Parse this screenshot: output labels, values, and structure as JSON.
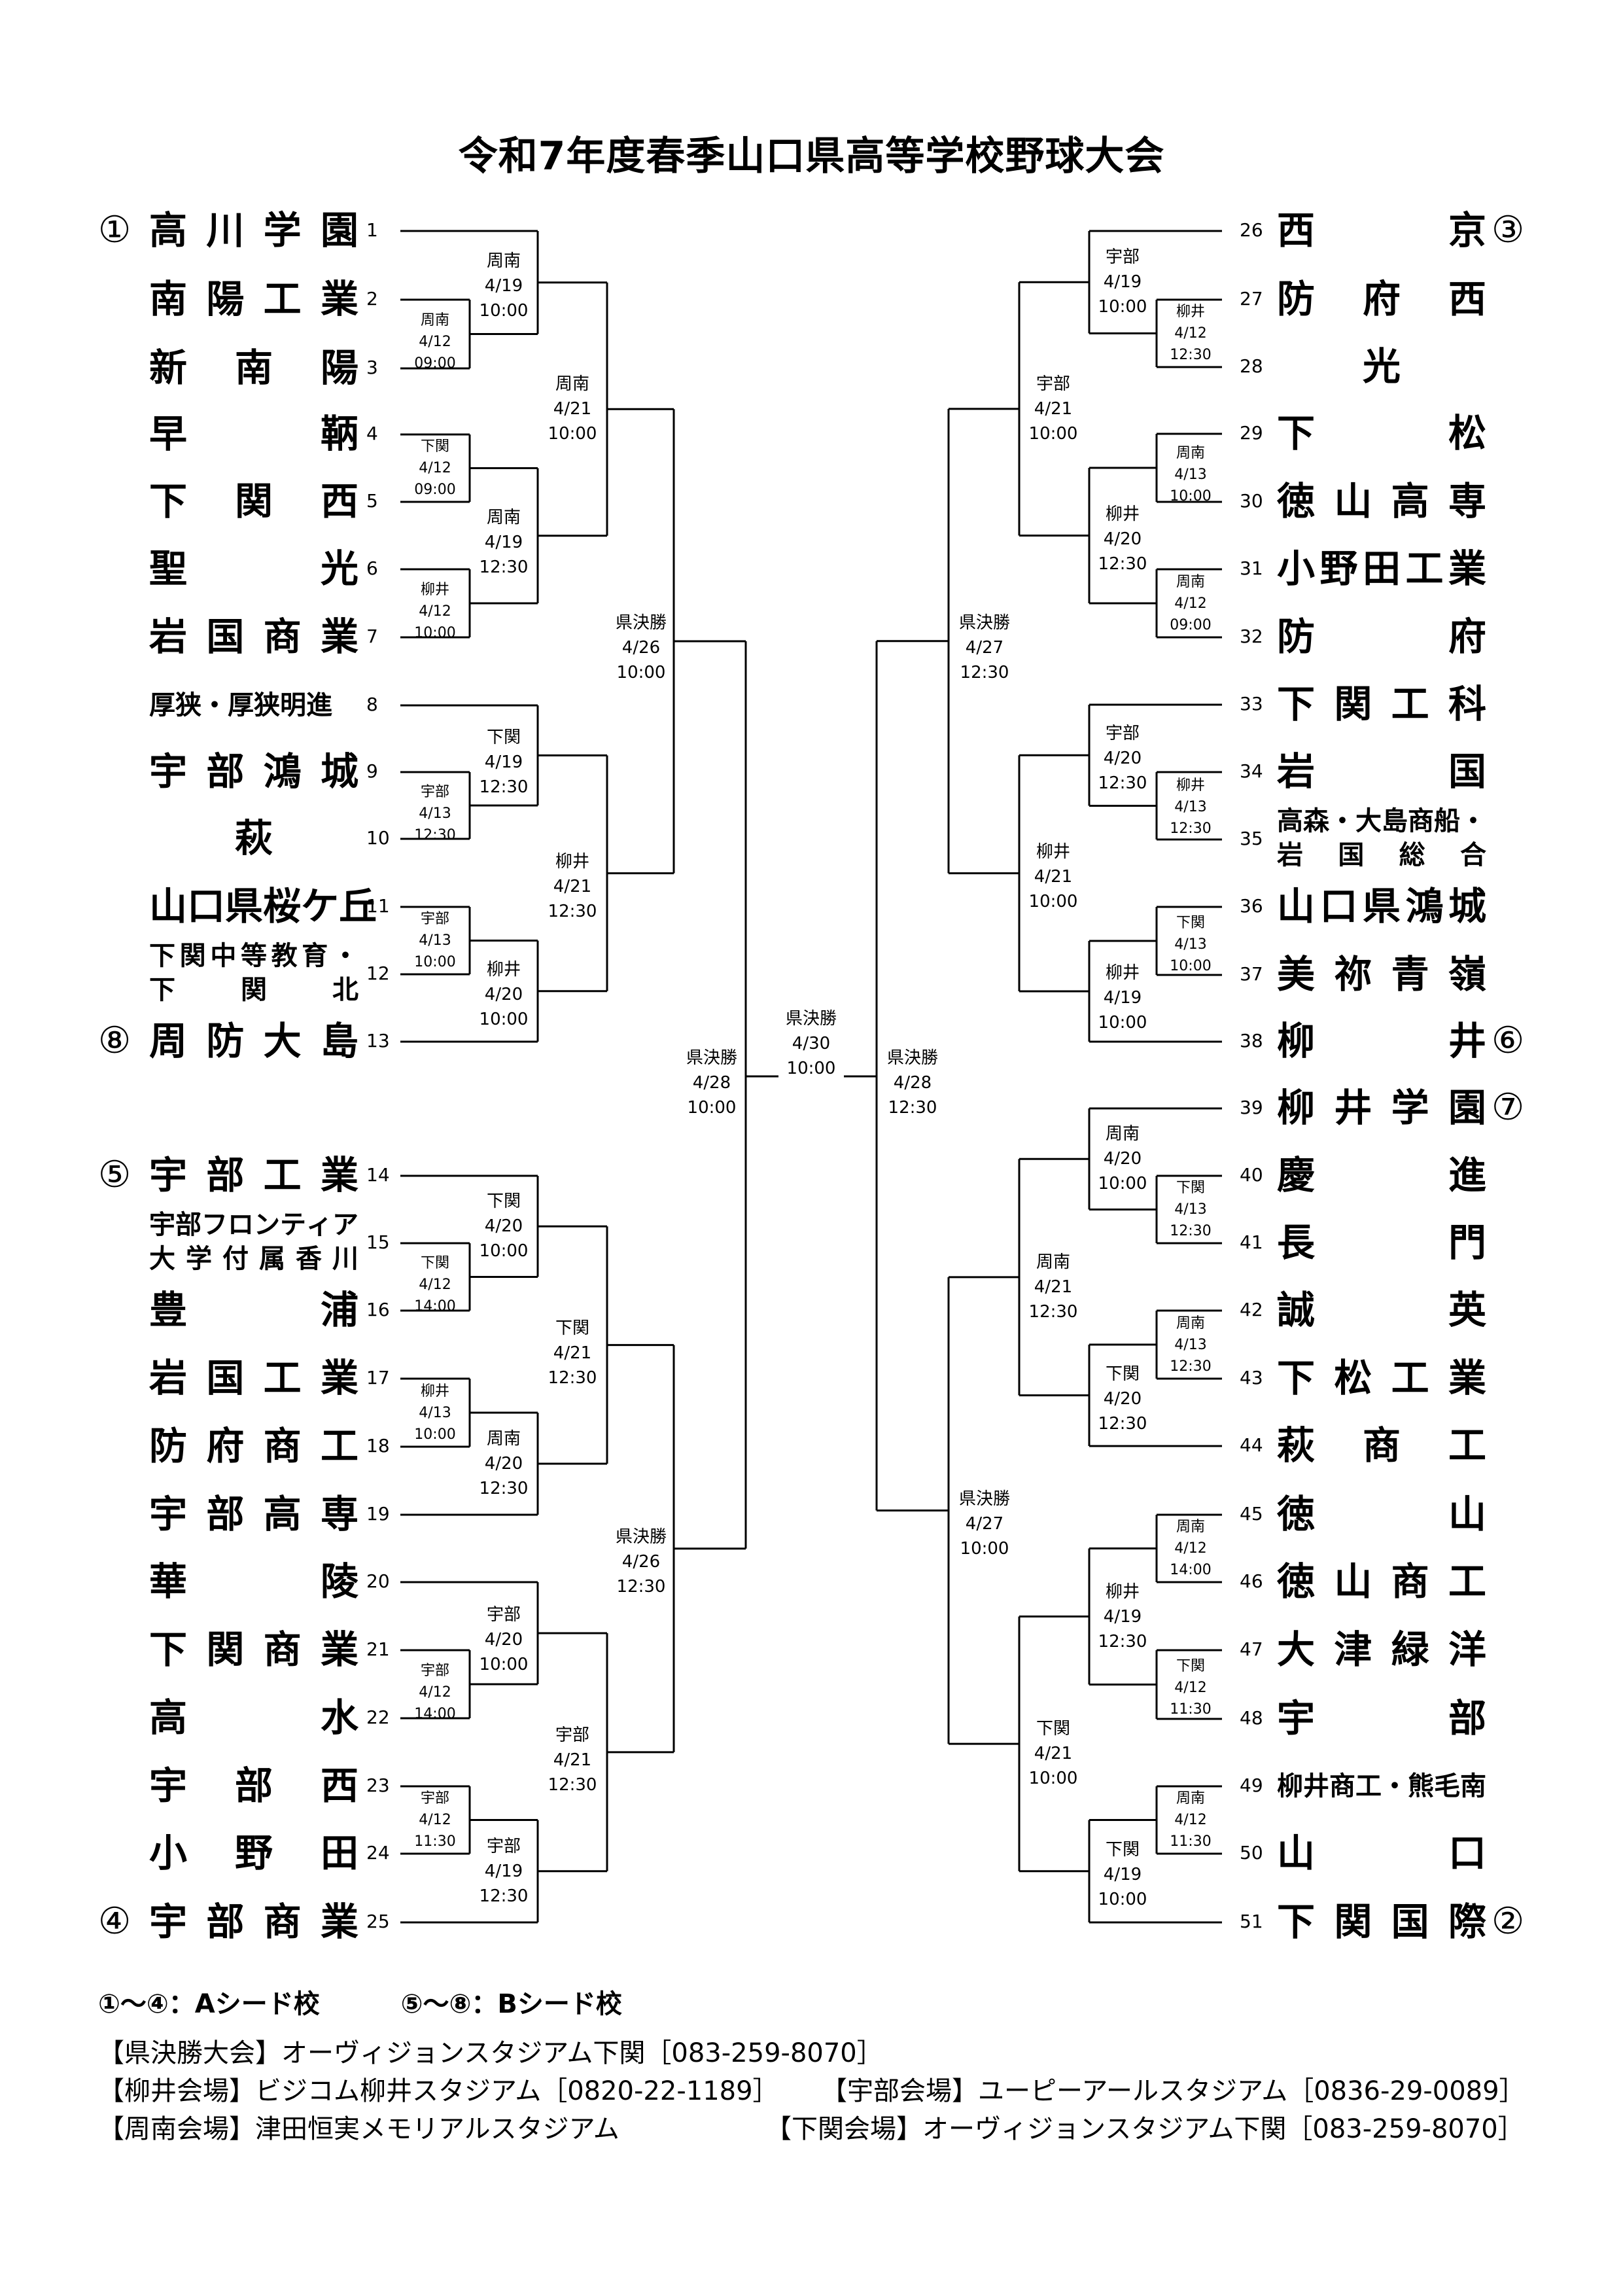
{
  "title": "令和7年度春季山口県高等学校野球大会",
  "left_teams": [
    {
      "num": "1",
      "name": "高川学園",
      "seed": "①"
    },
    {
      "num": "2",
      "name": "南陽工業"
    },
    {
      "num": "3",
      "name": "新南陽"
    },
    {
      "num": "4",
      "name": "早鞆"
    },
    {
      "num": "5",
      "name": "下関西"
    },
    {
      "num": "6",
      "name": "聖光"
    },
    {
      "num": "7",
      "name": "岩国商業"
    },
    {
      "num": "8",
      "name": "厚狭・厚狭明進",
      "small": true
    },
    {
      "num": "9",
      "name": "宇部鴻城"
    },
    {
      "num": "10",
      "name": "萩"
    },
    {
      "num": "11",
      "name": "山口県桜ケ丘"
    },
    {
      "num": "12",
      "name": "下関中等教育・",
      "name2": "下関北"
    },
    {
      "num": "13",
      "name": "周防大島",
      "seed": "⑧"
    },
    {
      "num": "14",
      "name": "宇部工業",
      "seed": "⑤"
    },
    {
      "num": "15",
      "name": "宇部フロンティア",
      "name2": "大学付属香川"
    },
    {
      "num": "16",
      "name": "豊浦"
    },
    {
      "num": "17",
      "name": "岩国工業"
    },
    {
      "num": "18",
      "name": "防府商工"
    },
    {
      "num": "19",
      "name": "宇部高専"
    },
    {
      "num": "20",
      "name": "華陵"
    },
    {
      "num": "21",
      "name": "下関商業"
    },
    {
      "num": "22",
      "name": "高水"
    },
    {
      "num": "23",
      "name": "宇部西"
    },
    {
      "num": "24",
      "name": "小野田"
    },
    {
      "num": "25",
      "name": "宇部商業",
      "seed": "④"
    }
  ],
  "right_teams": [
    {
      "num": "26",
      "name": "西京",
      "seed": "③"
    },
    {
      "num": "27",
      "name": "防府西"
    },
    {
      "num": "28",
      "name": "光"
    },
    {
      "num": "29",
      "name": "下松"
    },
    {
      "num": "30",
      "name": "徳山高専"
    },
    {
      "num": "31",
      "name": "小野田工業"
    },
    {
      "num": "32",
      "name": "防府"
    },
    {
      "num": "33",
      "name": "下関工科"
    },
    {
      "num": "34",
      "name": "岩国"
    },
    {
      "num": "35",
      "name": "高森・大島商船・",
      "name2": "岩国総合"
    },
    {
      "num": "36",
      "name": "山口県鴻城"
    },
    {
      "num": "37",
      "name": "美祢青嶺"
    },
    {
      "num": "38",
      "name": "柳井",
      "seed": "⑥"
    },
    {
      "num": "39",
      "name": "柳井学園",
      "seed": "⑦"
    },
    {
      "num": "40",
      "name": "慶進"
    },
    {
      "num": "41",
      "name": "長門"
    },
    {
      "num": "42",
      "name": "誠英"
    },
    {
      "num": "43",
      "name": "下松工業"
    },
    {
      "num": "44",
      "name": "萩商工"
    },
    {
      "num": "45",
      "name": "徳山"
    },
    {
      "num": "46",
      "name": "徳山商工"
    },
    {
      "num": "47",
      "name": "大津緑洋"
    },
    {
      "num": "48",
      "name": "宇部"
    },
    {
      "num": "49",
      "name": "柳井商工・熊毛南",
      "small": true
    },
    {
      "num": "50",
      "name": "山口"
    },
    {
      "num": "51",
      "name": "下関国際",
      "seed": "②"
    }
  ],
  "matches": [
    {
      "id": "L_2_3",
      "v": "周南",
      "d": "4/12",
      "t": "09:00"
    },
    {
      "id": "L_1_23",
      "v": "周南",
      "d": "4/19",
      "t": "10:00"
    },
    {
      "id": "L_4_5",
      "v": "下関",
      "d": "4/12",
      "t": "09:00"
    },
    {
      "id": "L_6_7",
      "v": "柳井",
      "d": "4/12",
      "t": "10:00"
    },
    {
      "id": "L_45_67",
      "v": "周南",
      "d": "4/19",
      "t": "12:30"
    },
    {
      "id": "L_r2_a",
      "v": "周南",
      "d": "4/21",
      "t": "10:00"
    },
    {
      "id": "L_9_10",
      "v": "宇部",
      "d": "4/13",
      "t": "12:30"
    },
    {
      "id": "L_8_910",
      "v": "下関",
      "d": "4/19",
      "t": "12:30"
    },
    {
      "id": "L_11_12",
      "v": "宇部",
      "d": "4/13",
      "t": "10:00"
    },
    {
      "id": "L_1112_13",
      "v": "柳井",
      "d": "4/20",
      "t": "10:00"
    },
    {
      "id": "L_r2_b",
      "v": "柳井",
      "d": "4/21",
      "t": "12:30"
    },
    {
      "id": "L_qf_top",
      "v": "県決勝",
      "d": "4/26",
      "t": "10:00"
    },
    {
      "id": "L_15_16",
      "v": "下関",
      "d": "4/12",
      "t": "14:00"
    },
    {
      "id": "L_14_1516",
      "v": "下関",
      "d": "4/20",
      "t": "10:00"
    },
    {
      "id": "L_17_18",
      "v": "柳井",
      "d": "4/13",
      "t": "10:00"
    },
    {
      "id": "L_1718_19",
      "v": "周南",
      "d": "4/20",
      "t": "12:30"
    },
    {
      "id": "L_r2_c",
      "v": "下関",
      "d": "4/21",
      "t": "12:30"
    },
    {
      "id": "L_21_22",
      "v": "宇部",
      "d": "4/12",
      "t": "14:00"
    },
    {
      "id": "L_20_2122",
      "v": "宇部",
      "d": "4/20",
      "t": "10:00"
    },
    {
      "id": "L_23_24",
      "v": "宇部",
      "d": "4/12",
      "t": "11:30"
    },
    {
      "id": "L_2324_25",
      "v": "宇部",
      "d": "4/19",
      "t": "12:30"
    },
    {
      "id": "L_r2_d",
      "v": "宇部",
      "d": "4/21",
      "t": "12:30"
    },
    {
      "id": "L_qf_bot",
      "v": "県決勝",
      "d": "4/26",
      "t": "12:30"
    },
    {
      "id": "L_sf",
      "v": "県決勝",
      "d": "4/28",
      "t": "10:00"
    },
    {
      "id": "F",
      "v": "県決勝",
      "d": "4/30",
      "t": "10:00"
    },
    {
      "id": "R_sf",
      "v": "県決勝",
      "d": "4/28",
      "t": "12:30"
    },
    {
      "id": "R_27_28",
      "v": "柳井",
      "d": "4/12",
      "t": "12:30"
    },
    {
      "id": "R_26_2728",
      "v": "宇部",
      "d": "4/19",
      "t": "10:00"
    },
    {
      "id": "R_29_30",
      "v": "周南",
      "d": "4/13",
      "t": "10:00"
    },
    {
      "id": "R_31_32",
      "v": "周南",
      "d": "4/12",
      "t": "09:00"
    },
    {
      "id": "R_2930_3132",
      "v": "柳井",
      "d": "4/20",
      "t": "12:30"
    },
    {
      "id": "R_r2_a",
      "v": "宇部",
      "d": "4/21",
      "t": "10:00"
    },
    {
      "id": "R_34_35",
      "v": "柳井",
      "d": "4/13",
      "t": "12:30"
    },
    {
      "id": "R_33_3435",
      "v": "宇部",
      "d": "4/20",
      "t": "12:30"
    },
    {
      "id": "R_36_37",
      "v": "下関",
      "d": "4/13",
      "t": "10:00"
    },
    {
      "id": "R_3637_38",
      "v": "柳井",
      "d": "4/19",
      "t": "10:00"
    },
    {
      "id": "R_r2_b",
      "v": "柳井",
      "d": "4/21",
      "t": "10:00"
    },
    {
      "id": "R_qf_top",
      "v": "県決勝",
      "d": "4/27",
      "t": "12:30"
    },
    {
      "id": "R_40_41",
      "v": "下関",
      "d": "4/13",
      "t": "12:30"
    },
    {
      "id": "R_39_4041",
      "v": "周南",
      "d": "4/20",
      "t": "10:00"
    },
    {
      "id": "R_42_43",
      "v": "周南",
      "d": "4/13",
      "t": "12:30"
    },
    {
      "id": "R_4243_44",
      "v": "下関",
      "d": "4/20",
      "t": "12:30"
    },
    {
      "id": "R_r2_c",
      "v": "周南",
      "d": "4/21",
      "t": "12:30"
    },
    {
      "id": "R_45_46",
      "v": "周南",
      "d": "4/12",
      "t": "14:00"
    },
    {
      "id": "R_47_48",
      "v": "下関",
      "d": "4/12",
      "t": "11:30"
    },
    {
      "id": "R_4546_4748",
      "v": "柳井",
      "d": "4/19",
      "t": "12:30"
    },
    {
      "id": "R_49_50",
      "v": "周南",
      "d": "4/12",
      "t": "11:30"
    },
    {
      "id": "R_4950_51",
      "v": "下関",
      "d": "4/19",
      "t": "10:00"
    },
    {
      "id": "R_r2_d",
      "v": "下関",
      "d": "4/21",
      "t": "10:00"
    },
    {
      "id": "R_qf_bot",
      "v": "県決勝",
      "d": "4/27",
      "t": "10:00"
    }
  ],
  "legend": {
    "a": "①～④：Aシード校",
    "b": "⑤～⑧：Bシード校"
  },
  "venues": {
    "final": "【県決勝大会】オーヴィジョンスタジアム下関［083-259-8070］",
    "yanai": "【柳井会場】ビジコム柳井スタジアム［0820-22-1189］",
    "ube": "【宇部会場】ユーピーアールスタジアム［0836-29-0089］",
    "shunan": "【周南会場】津田恒実メモリアルスタジアム",
    "shimonoseki": "【下関会場】オーヴィジョンスタジアム下関［083-259-8070］"
  }
}
